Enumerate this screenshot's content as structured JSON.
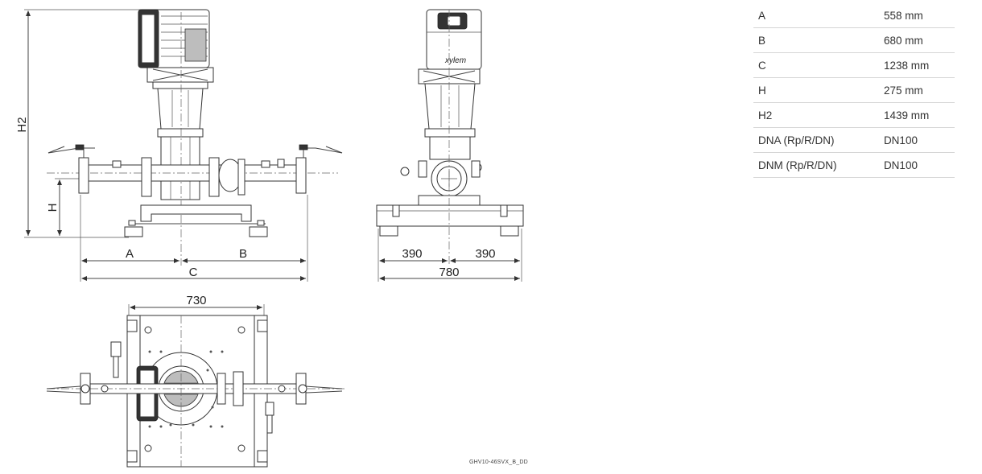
{
  "dimensions_table": [
    {
      "label": "A",
      "value": "558 mm"
    },
    {
      "label": "B",
      "value": "680 mm"
    },
    {
      "label": "C",
      "value": "1238 mm"
    },
    {
      "label": "H",
      "value": "275 mm"
    },
    {
      "label": "H2",
      "value": "1439 mm"
    },
    {
      "label": "DNA (Rp/R/DN)",
      "value": "DN100"
    },
    {
      "label": "DNM (Rp/R/DN)",
      "value": "DN100"
    }
  ],
  "drawing_labels": {
    "h2": "H2",
    "h": "H",
    "a": "A",
    "b": "B",
    "c": "C",
    "side_left": "390",
    "side_right": "390",
    "side_total": "780",
    "top_width": "730",
    "brand": "xylem"
  },
  "caption": "GHV10-46SVX_B_DD"
}
